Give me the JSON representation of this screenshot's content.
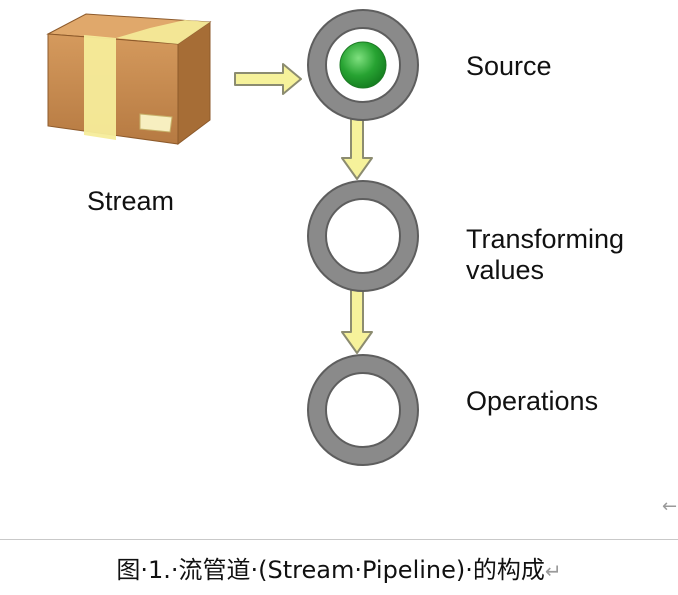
{
  "diagram": {
    "stream_label": "Stream",
    "stages": [
      {
        "label_lines": [
          "Source"
        ],
        "active": true
      },
      {
        "label_lines": [
          "Transforming",
          "values"
        ],
        "active": false
      },
      {
        "label_lines": [
          "Operations"
        ],
        "active": false
      }
    ],
    "colors": {
      "ring": "#8a8a8a",
      "ring_outline": "#5e5e5e",
      "active_dot": "#27a332",
      "arrow_fill": "#f6f29b",
      "arrow_stroke": "#8c8c70",
      "box_brown": "#c68a4f",
      "box_tape": "#f5ec9a"
    },
    "icons": [
      "box-icon",
      "arrow-right-icon",
      "arrow-down-icon"
    ]
  },
  "caption": {
    "text": "图·1.·流管道·(Stream·Pipeline)·的构成",
    "return_symbol": "↵"
  },
  "side_mark": "←"
}
